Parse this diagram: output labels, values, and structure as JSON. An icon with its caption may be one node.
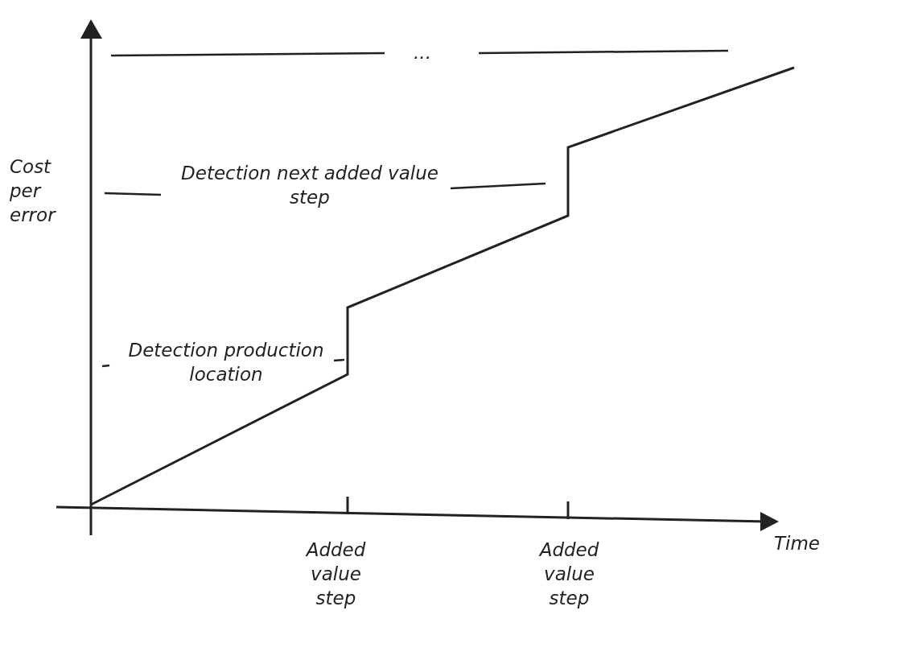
{
  "diagram": {
    "labels": [
      "...",
      "Cost per error",
      "Detection next added value step",
      "Detection production location",
      "Added value step",
      "Added value step",
      "Time"
    ]
  }
}
